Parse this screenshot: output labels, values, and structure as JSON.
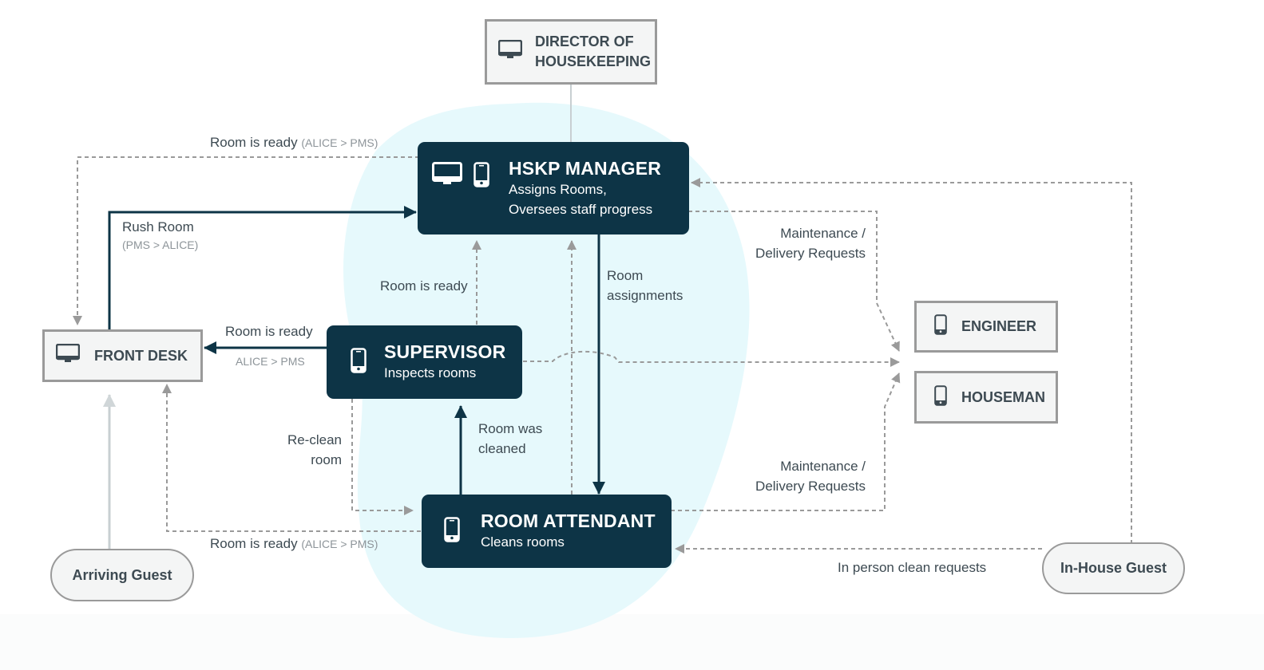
{
  "diagram": {
    "nodes": {
      "director": {
        "title_line1": "DIRECTOR OF",
        "title_line2": "HOUSEKEEPING",
        "icons": [
          "desktop-icon"
        ]
      },
      "hskp_manager": {
        "title": "HSKP MANAGER",
        "subtitle_line1": "Assigns Rooms,",
        "subtitle_line2": "Oversees staff progress",
        "icons": [
          "desktop-icon",
          "mobile-icon"
        ]
      },
      "front_desk": {
        "title": "FRONT DESK",
        "icons": [
          "desktop-icon"
        ]
      },
      "supervisor": {
        "title": "SUPERVISOR",
        "subtitle": "Inspects rooms",
        "icons": [
          "mobile-icon"
        ]
      },
      "room_attendant": {
        "title": "ROOM ATTENDANT",
        "subtitle": "Cleans rooms",
        "icons": [
          "mobile-icon"
        ]
      },
      "engineer": {
        "title": "ENGINEER",
        "icons": [
          "mobile-icon"
        ]
      },
      "houseman": {
        "title": "HOUSEMAN",
        "icons": [
          "mobile-icon"
        ]
      },
      "arriving_guest": {
        "title": "Arriving Guest"
      },
      "in_house_guest": {
        "title": "In-House Guest"
      }
    },
    "edge_labels": {
      "manager_to_frontdesk": {
        "text": "Room is ready",
        "sub": "(ALICE > PMS)"
      },
      "rush_room": {
        "text": "Rush Room",
        "sub": "(PMS > ALICE)"
      },
      "supervisor_to_manager": {
        "text": "Room is ready"
      },
      "supervisor_to_frontdesk": {
        "text": "Room is ready",
        "sub": "ALICE > PMS"
      },
      "room_assignments": {
        "line1": "Room",
        "line2": "assignments"
      },
      "maintenance_top": {
        "line1": "Maintenance /",
        "line2": "Delivery Requests"
      },
      "maintenance_bottom": {
        "line1": "Maintenance /",
        "line2": "Delivery Requests"
      },
      "reclean": {
        "line1": "Re-clean",
        "line2": "room"
      },
      "room_was_cleaned": {
        "line1": "Room was",
        "line2": "cleaned"
      },
      "attendant_to_frontdesk": {
        "text": "Room is ready",
        "sub": "(ALICE > PMS)"
      },
      "in_person": {
        "text": "In person clean requests"
      }
    },
    "colors": {
      "dark_node": "#0d3446",
      "light_node": "#f4f5f5",
      "node_border": "#9a9a9a",
      "highlight_blob": "#e6f9fc",
      "dashed_edge": "#9a9a9a",
      "solid_edge": "#0d3446",
      "guest_edge": "#c8cfd2"
    }
  }
}
